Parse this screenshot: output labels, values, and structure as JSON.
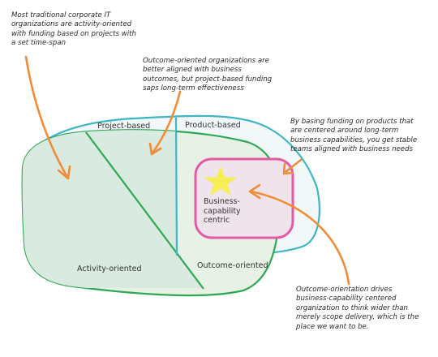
{
  "colors": {
    "product_outline": "#3fb6c6",
    "product_fill": "#f2f8f9",
    "outcome_outline": "#2fa854",
    "outcome_fill": "#e7f1e6",
    "project_fill": "#d9eae1",
    "center_outline": "#e35aa6",
    "center_fill": "#f0e4ec",
    "arrow": "#f28c38",
    "star": "#f6ee55",
    "text": "#2b2b2b"
  },
  "annotations": {
    "activity": "Most traditional corporate IT\norganizations are activity-oriented\nwith funding based on projects with\na set time-span",
    "outcome": "Outcome-oriented organizations are\nbetter aligned with business\noutcomes, but project-based funding\nsaps long-term effectiveness",
    "product": "By basing funding on products that\nare centered around long-term\nbusiness capabilities, you get stable\nteams aligned with business needs",
    "capability": "Outcome-orientation drives\nbusiness-capability centered\norganization to think wider than\nmerely scope delivery, which is the\nplace we want to be."
  },
  "regions": {
    "project_based": "Project-based",
    "product_based": "Product-based",
    "activity_oriented": "Activity-oriented",
    "outcome_oriented": "Outcome-oriented",
    "center": "Business-\ncapability\ncentric"
  },
  "icons": {
    "star": "star-icon"
  }
}
